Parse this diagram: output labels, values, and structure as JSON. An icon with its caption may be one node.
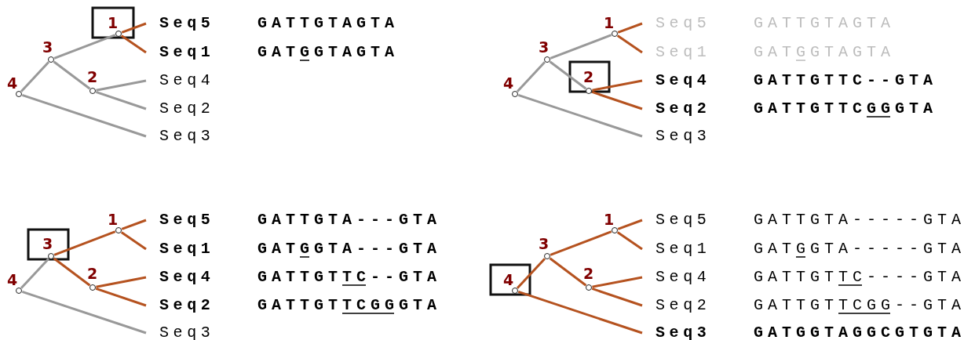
{
  "diagram": {
    "nodes": [
      {
        "text": [],
        "shape": "circle",
        "beside": [
          "1"
        ]
      },
      {
        "text": [],
        "shape": "circle",
        "beside": [
          "3"
        ]
      },
      {
        "text": [],
        "shape": "circle",
        "beside": [
          "2"
        ]
      },
      {
        "text": [],
        "shape": "circle",
        "beside": [
          "4"
        ]
      },
      {
        "text": [
          "Seq5"
        ],
        "beside": [
          "GATTGTAGTA"
        ]
      },
      {
        "text": [
          "Seq1"
        ],
        "beside": [
          "GATGGTAGTA"
        ]
      },
      {
        "text": [
          "Seq4"
        ]
      },
      {
        "text": [
          "Seq2"
        ]
      },
      {
        "text": [
          "Seq3"
        ]
      },
      {
        "text": [],
        "shape": "circle",
        "beside": [
          "1"
        ]
      },
      {
        "text": [],
        "shape": "circle",
        "beside": [
          "3"
        ]
      },
      {
        "text": [],
        "shape": "circle",
        "beside": [
          "2"
        ]
      },
      {
        "text": [],
        "shape": "circle",
        "beside": [
          "4"
        ]
      },
      {
        "text": [
          "Seq5"
        ],
        "beside": [
          "GATTGTAGTA"
        ]
      },
      {
        "text": [
          "Seq1"
        ],
        "beside": [
          "GATGGTAGTA"
        ]
      },
      {
        "text": [
          "Seq4"
        ],
        "beside": [
          "GATTGTTC--GTA"
        ]
      },
      {
        "text": [
          "Seq2"
        ],
        "beside": [
          "GATTGTTCGGGTA"
        ]
      },
      {
        "text": [
          "Seq3"
        ]
      },
      {
        "text": [],
        "shape": "circle",
        "beside": [
          "1"
        ]
      },
      {
        "text": [],
        "shape": "circle",
        "beside": [
          "3"
        ]
      },
      {
        "text": [],
        "shape": "circle",
        "beside": [
          "2"
        ]
      },
      {
        "text": [],
        "shape": "circle",
        "beside": [
          "4"
        ]
      },
      {
        "text": [
          "Seq5"
        ],
        "beside": [
          "GATTGTA---GTA"
        ]
      },
      {
        "text": [
          "Seq1"
        ],
        "beside": [
          "GATGGTA---GTA"
        ]
      },
      {
        "text": [
          "Seq4"
        ],
        "beside": [
          "GATTGTTC--GTA"
        ]
      },
      {
        "text": [
          "Seq2"
        ],
        "beside": [
          "GATTGTTCGGGTA"
        ]
      },
      {
        "text": [
          "Seq3"
        ]
      },
      {
        "text": [],
        "shape": "circle",
        "beside": [
          "1"
        ]
      },
      {
        "text": [],
        "shape": "circle",
        "beside": [
          "3"
        ]
      },
      {
        "text": [],
        "shape": "circle",
        "beside": [
          "2"
        ]
      },
      {
        "text": [],
        "shape": "circle",
        "beside": [
          "4"
        ]
      },
      {
        "text": [
          "Seq5"
        ],
        "beside": [
          "GATTGTA-----GTA"
        ]
      },
      {
        "text": [
          "Seq1"
        ],
        "beside": [
          "GATGGTA-----GTA"
        ]
      },
      {
        "text": [
          "Seq4"
        ],
        "beside": [
          "GATTGTTC----GTA"
        ]
      },
      {
        "text": [
          "Seq2"
        ],
        "beside": [
          "GATTGTTCGG--GTA"
        ]
      },
      {
        "text": [
          "Seq3"
        ],
        "beside": [
          "GATGGTAGGCGTGTA"
        ]
      }
    ],
    "edges": [
      {
        "from": 3,
        "to": 1,
        "arrow": "none",
        "color": "#999999"
      },
      {
        "from": 3,
        "to": 8,
        "arrow": "none",
        "color": "#999999"
      },
      {
        "from": 1,
        "to": 0,
        "arrow": "none",
        "color": "#999999"
      },
      {
        "from": 1,
        "to": 2,
        "arrow": "none",
        "color": "#999999"
      },
      {
        "from": 0,
        "to": 4,
        "arrow": "none"
      },
      {
        "from": 0,
        "to": 5,
        "arrow": "none"
      },
      {
        "from": 2,
        "to": 6,
        "arrow": "none",
        "color": "#999999"
      },
      {
        "from": 2,
        "to": 7,
        "arrow": "none",
        "color": "#999999"
      },
      {
        "from": 12,
        "to": 10,
        "arrow": "none",
        "color": "#999999"
      },
      {
        "from": 12,
        "to": 17,
        "arrow": "none",
        "color": "#999999"
      },
      {
        "from": 10,
        "to": 9,
        "arrow": "none",
        "color": "#999999"
      },
      {
        "from": 10,
        "to": 11,
        "arrow": "none",
        "color": "#999999"
      },
      {
        "from": 9,
        "to": 13,
        "arrow": "none"
      },
      {
        "from": 9,
        "to": 14,
        "arrow": "none"
      },
      {
        "from": 11,
        "to": 15,
        "arrow": "none"
      },
      {
        "from": 11,
        "to": 16,
        "arrow": "none"
      },
      {
        "from": 21,
        "to": 19,
        "arrow": "none",
        "color": "#999999"
      },
      {
        "from": 21,
        "to": 26,
        "arrow": "none",
        "color": "#999999"
      },
      {
        "from": 19,
        "to": 18,
        "arrow": "none"
      },
      {
        "from": 19,
        "to": 20,
        "arrow": "none"
      },
      {
        "from": 18,
        "to": 22,
        "arrow": "none"
      },
      {
        "from": 18,
        "to": 23,
        "arrow": "none"
      },
      {
        "from": 20,
        "to": 24,
        "arrow": "none"
      },
      {
        "from": 20,
        "to": 25,
        "arrow": "none"
      },
      {
        "from": 30,
        "to": 28,
        "arrow": "none"
      },
      {
        "from": 30,
        "to": 35,
        "arrow": "none"
      },
      {
        "from": 28,
        "to": 27,
        "arrow": "none"
      },
      {
        "from": 28,
        "to": 29,
        "arrow": "none"
      },
      {
        "from": 27,
        "to": 31,
        "arrow": "none"
      },
      {
        "from": 27,
        "to": 32,
        "arrow": "none"
      },
      {
        "from": 29,
        "to": 33,
        "arrow": "none"
      },
      {
        "from": 29,
        "to": 34,
        "arrow": "none"
      }
    ]
  }
}
